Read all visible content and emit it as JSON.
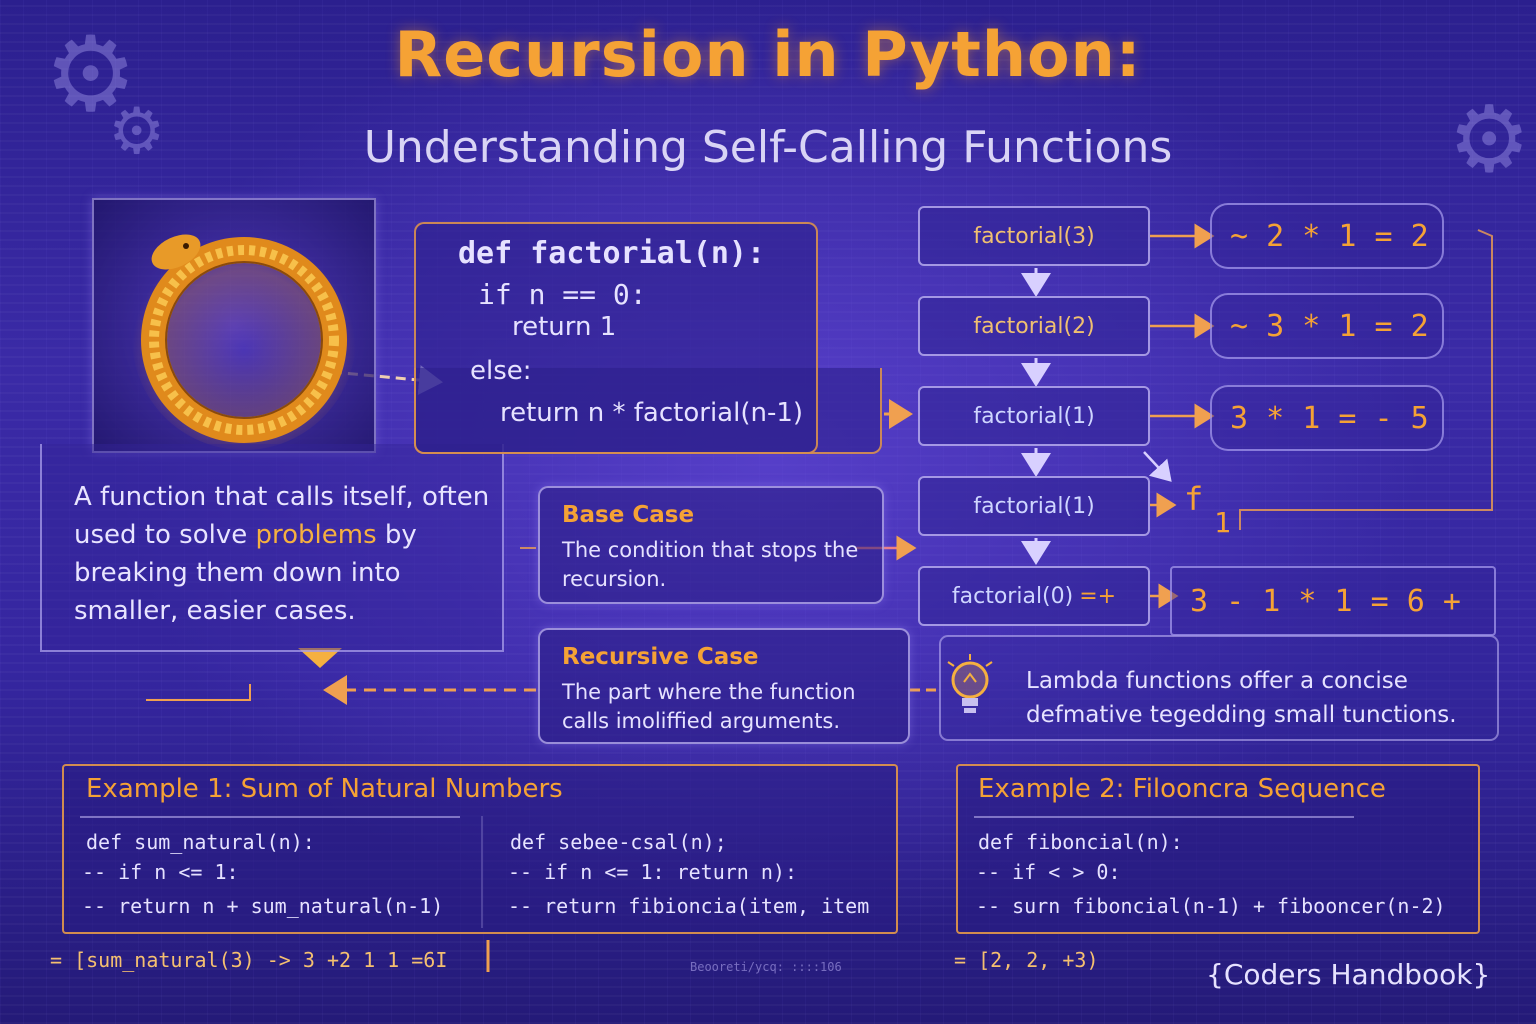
{
  "header": {
    "title": "Recursion in Python:",
    "subtitle": "Understanding Self-Calling Functions"
  },
  "definition": {
    "text_before": "A function that calls itself, often used to solve ",
    "highlight": "problems",
    "text_after": " by breaking them down into smaller, easier cases."
  },
  "code": {
    "lines": [
      "def factorial(n):",
      "if n == 0:",
      "return 1",
      "else:",
      "return n * factorial(n-1)"
    ]
  },
  "call_stack": {
    "calls": [
      "factorial(3)",
      "factorial(2)",
      "factorial(1)",
      "factorial(1)",
      "factorial(0)"
    ],
    "results": [
      "~ 2 * 1 = 2",
      "~ 3 * 1 = 2",
      "3 * 1 = - 5",
      "3 - 1 * 1 = 6 +"
    ],
    "side_label": "f",
    "side_value": "1",
    "arrow_label": "=+"
  },
  "base_case": {
    "title": "Base Case",
    "body": "The condition that stops the recursion."
  },
  "recursive_case": {
    "title": "Recursive Case",
    "body": "The part where the function calls imoliffied arguments."
  },
  "lambda_note": {
    "text": "Lambda functions offer a concise defmative tegedding small tunctions."
  },
  "example1": {
    "title": "Example 1: Sum of Natural Numbers",
    "left_lines": [
      "def sum_natural(n):",
      "-- if n <= 1:",
      "--   return n + sum_natural(n-1)"
    ],
    "right_lines": [
      "def sebee-csal(n);",
      "-- if n <= 1: return n):",
      "--   return fibioncia(item, item"
    ],
    "output": "= [sum_natural(3) -> 3 +2 1 1 =6I",
    "noise": "Beooreti/ycq: ::::106"
  },
  "example2": {
    "title": "Example 2: Filooncra Sequence",
    "lines": [
      "def fiboncial(n):",
      "-- if < > 0:",
      "--   surn fiboncial(n-1) + fibooncer(n-2)"
    ],
    "output": "= [2, 2, +3)"
  },
  "brand": "{Coders Handbook}",
  "colors": {
    "accent_orange": "#f5a235",
    "background_purple": "#3526a0",
    "border_lavender": "#d2c8ff"
  },
  "icons": [
    "gear-icon",
    "ouroboros-snake-icon",
    "lightbulb-icon"
  ]
}
